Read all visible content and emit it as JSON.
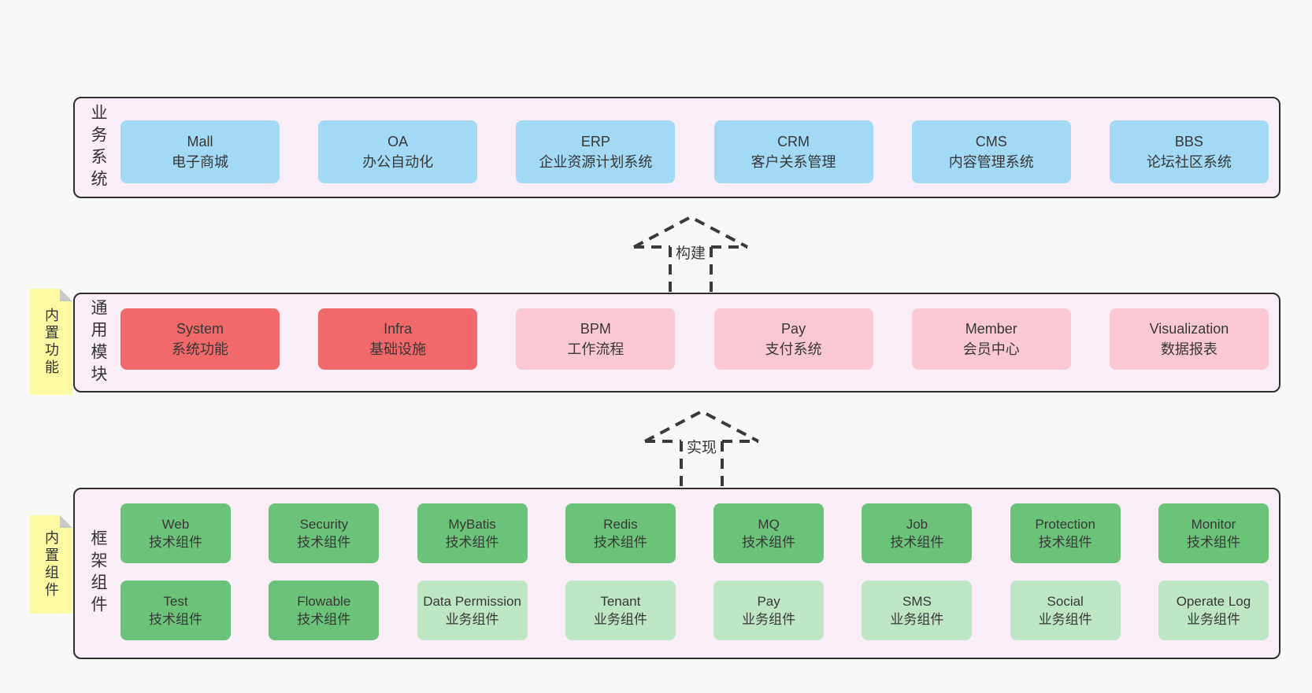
{
  "colors": {
    "page_bg": "#f8f8f8",
    "band_bg": "#f9edf7",
    "border": "#2f2f2f",
    "text": "#373737",
    "blue": "#a2d9f4",
    "red": "#f1696b",
    "pink": "#fac9d3",
    "green": "#6bc37a",
    "green_light": "#bee5c4",
    "sticky_bg": "#fbf9a2",
    "sticky_fold": "#c9c9c9",
    "arrow": "#3a3a3a"
  },
  "bands": [
    {
      "label": "业务系统",
      "tag": null,
      "rows": [
        [
          {
            "name": "Mall",
            "subtitle": "电子商城",
            "type": "blue"
          },
          {
            "name": "OA",
            "subtitle": "办公自动化",
            "type": "blue"
          },
          {
            "name": "ERP",
            "subtitle": "企业资源计划系统",
            "type": "blue"
          },
          {
            "name": "CRM",
            "subtitle": "客户关系管理",
            "type": "blue"
          },
          {
            "name": "CMS",
            "subtitle": "内容管理系统",
            "type": "blue"
          },
          {
            "name": "BBS",
            "subtitle": "论坛社区系统",
            "type": "blue"
          }
        ]
      ]
    },
    {
      "label": "通用模块",
      "tag": "内置功能",
      "rows": [
        [
          {
            "name": "System",
            "subtitle": "系统功能",
            "type": "red"
          },
          {
            "name": "Infra",
            "subtitle": "基础设施",
            "type": "red"
          },
          {
            "name": "BPM",
            "subtitle": "工作流程",
            "type": "pink"
          },
          {
            "name": "Pay",
            "subtitle": "支付系统",
            "type": "pink"
          },
          {
            "name": "Member",
            "subtitle": "会员中心",
            "type": "pink"
          },
          {
            "name": "Visualization",
            "subtitle": "数据报表",
            "type": "pink"
          }
        ]
      ]
    },
    {
      "label": "框架组件",
      "tag": "内置组件",
      "rows": [
        [
          {
            "name": "Web",
            "subtitle": "技术组件",
            "type": "green"
          },
          {
            "name": "Security",
            "subtitle": "技术组件",
            "type": "green"
          },
          {
            "name": "MyBatis",
            "subtitle": "技术组件",
            "type": "green"
          },
          {
            "name": "Redis",
            "subtitle": "技术组件",
            "type": "green"
          },
          {
            "name": "MQ",
            "subtitle": "技术组件",
            "type": "green"
          },
          {
            "name": "Job",
            "subtitle": "技术组件",
            "type": "green"
          },
          {
            "name": "Protection",
            "subtitle": "技术组件",
            "type": "green"
          },
          {
            "name": "Monitor",
            "subtitle": "技术组件",
            "type": "green"
          }
        ],
        [
          {
            "name": "Test",
            "subtitle": "技术组件",
            "type": "green"
          },
          {
            "name": "Flowable",
            "subtitle": "技术组件",
            "type": "green"
          },
          {
            "name": "Data Permission",
            "subtitle": "业务组件",
            "type": "green_light"
          },
          {
            "name": "Tenant",
            "subtitle": "业务组件",
            "type": "green_light"
          },
          {
            "name": "Pay",
            "subtitle": "业务组件",
            "type": "green_light"
          },
          {
            "name": "SMS",
            "subtitle": "业务组件",
            "type": "green_light"
          },
          {
            "name": "Social",
            "subtitle": "业务组件",
            "type": "green_light"
          },
          {
            "name": "Operate Log",
            "subtitle": "业务组件",
            "type": "green_light"
          }
        ]
      ]
    }
  ],
  "arrows": [
    {
      "label": "构建"
    },
    {
      "label": "实现"
    }
  ]
}
